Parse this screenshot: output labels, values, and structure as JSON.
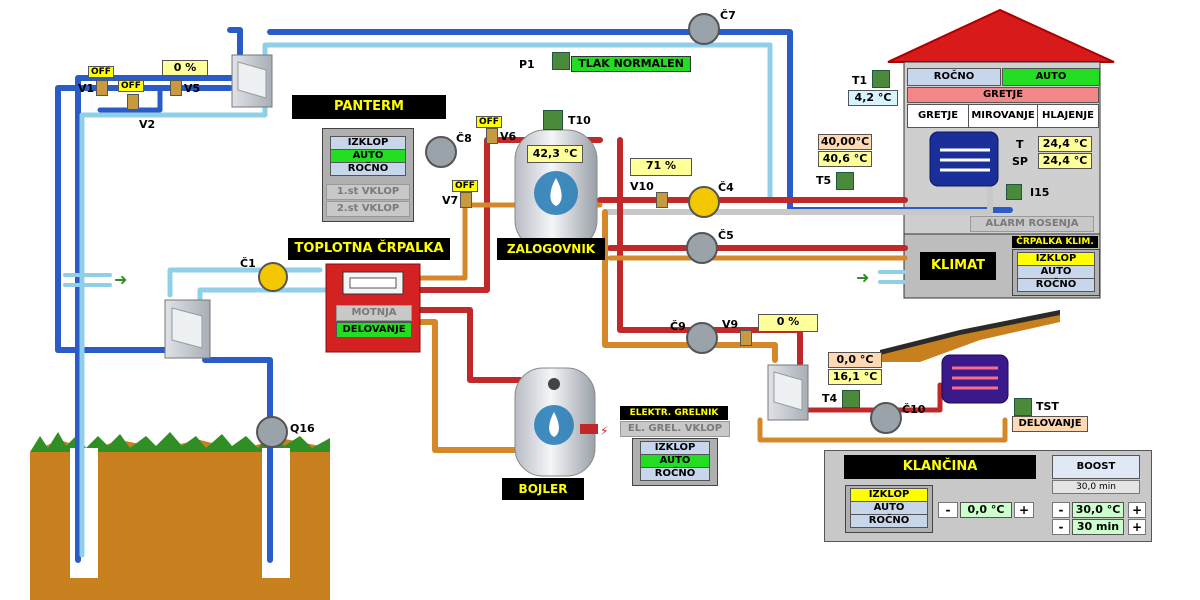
{
  "panterm": {
    "title": "PANTERM"
  },
  "heat_pump": {
    "title": "TOPLOTNA ČRPALKA",
    "status_fault": "MOTNJA",
    "status_running": "DELOVANJE"
  },
  "heat_pump_modes": {
    "off": "IZKLOP",
    "auto": "AUTO",
    "manual": "ROČNO",
    "stage1": "1.st VKLOP",
    "stage2": "2.st VKLOP"
  },
  "storage": {
    "title": "ZALOGOVNIK",
    "temp": "42,3 °C",
    "sensor": "T10"
  },
  "boiler": {
    "title": "BOJLER"
  },
  "heater": {
    "title": "ELEKTR. GRELNIK",
    "button": "EL. GREL. VKLOP",
    "off": "IZKLOP",
    "auto": "AUTO",
    "manual": "ROČNO"
  },
  "pressure": {
    "label": "P1",
    "status": "TLAK NORMALEN"
  },
  "pumps": {
    "c1": "Č1",
    "c4": "Č4",
    "c5": "Č5",
    "c7": "Č7",
    "c8": "Č8",
    "c9": "Č9",
    "c10": "Č10",
    "q16": "Q16"
  },
  "valves": {
    "v1": {
      "label": "V1",
      "state": "OFF"
    },
    "v2": {
      "label": "V2",
      "state": "OFF"
    },
    "v5": {
      "label": "V5",
      "value": "0 %"
    },
    "v6": {
      "label": "V6",
      "state": "OFF"
    },
    "v7": {
      "label": "V7",
      "state": "OFF"
    },
    "v9": {
      "label": "V9",
      "value": "0 %"
    },
    "v10": {
      "label": "V10",
      "value": "71 %"
    }
  },
  "house": {
    "t1_label": "T1",
    "t1_value": "4,2 °C",
    "btn_manual": "ROČNO",
    "btn_auto": "AUTO",
    "mode_label": "GRETJE",
    "btn_heat": "GRETJE",
    "btn_idle": "MIROVANJE",
    "btn_cool": "HLAJENJE",
    "t_label": "T",
    "t_value": "24,4 °C",
    "sp_label": "SP",
    "sp_value": "24,4 °C",
    "i15": "I15",
    "alarm": "ALARM ROSENJA",
    "t5_label": "T5",
    "t5_val1": "40,00°C",
    "t5_val2": "40,6 °C",
    "klimat": "KLIMAT",
    "pump_title": "ČRPALKA KLIM.",
    "pump_off": "IZKLOP",
    "pump_auto": "AUTO",
    "pump_manual": "ROČNO"
  },
  "ramp": {
    "t4_label": "T4",
    "t4_val1": "0,0 °C",
    "t4_val2": "16,1 °C",
    "tst_label": "TST",
    "tst_status": "DELOVANJE",
    "title": "KLANČINA",
    "off": "IZKLOP",
    "auto": "AUTO",
    "manual": "ROČNO",
    "minus": "-",
    "plus": "+",
    "setpoint": "0,0 °C",
    "boost": "BOOST",
    "boost_time": "30,0 min",
    "boost_temp": "30,0 °C",
    "boost_min": "30 min"
  },
  "colors": {
    "hot": "#c0282a",
    "warm": "#d4882a",
    "cold": "#2a5cc8",
    "light": "#8fd0e8",
    "grey": "#c8c8c8",
    "green_btn": "#22dd22",
    "yellow_btn": "#ffff00",
    "roof": "#d81a1a"
  }
}
